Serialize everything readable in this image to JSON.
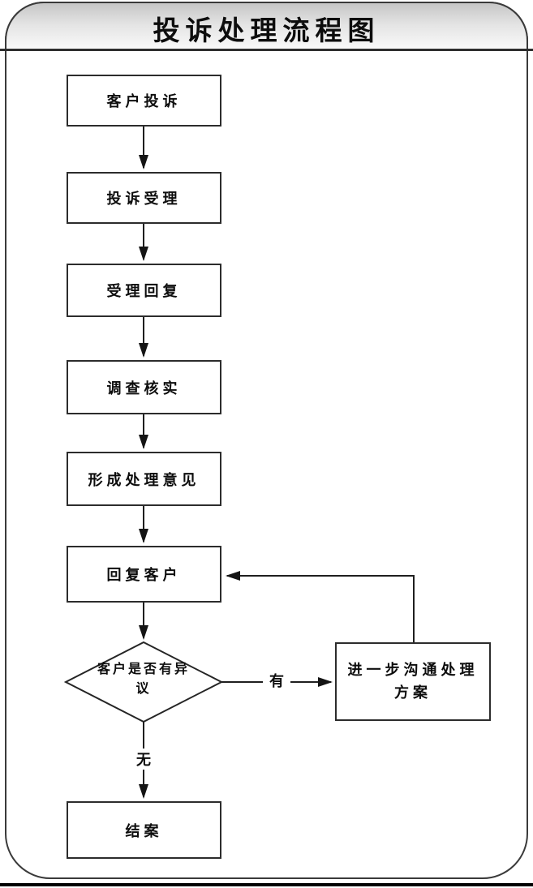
{
  "frame": {
    "title": "投诉处理流程图"
  },
  "nodes": {
    "customer_complaint": "客户投诉",
    "complaint_acceptance": "投诉受理",
    "acceptance_reply": "受理回复",
    "investigation": "调查核实",
    "form_opinion": "形成处理意见",
    "reply_customer": "回复客户",
    "decision": "客户是否有异议",
    "further_communication": "进一步沟通处理方案",
    "close_case": "结案"
  },
  "edge_labels": {
    "yes": "有",
    "no": "无"
  },
  "edges": [
    {
      "from": "customer_complaint",
      "to": "complaint_acceptance",
      "label": ""
    },
    {
      "from": "complaint_acceptance",
      "to": "acceptance_reply",
      "label": ""
    },
    {
      "from": "acceptance_reply",
      "to": "investigation",
      "label": ""
    },
    {
      "from": "investigation",
      "to": "form_opinion",
      "label": ""
    },
    {
      "from": "form_opinion",
      "to": "reply_customer",
      "label": ""
    },
    {
      "from": "reply_customer",
      "to": "decision",
      "label": ""
    },
    {
      "from": "decision",
      "to": "further_communication",
      "label": "有"
    },
    {
      "from": "decision",
      "to": "close_case",
      "label": "无"
    },
    {
      "from": "further_communication",
      "to": "reply_customer",
      "label": ""
    }
  ],
  "colors": {
    "line": "#1f1f1f",
    "box_border": "#2c2c2c",
    "banner_gradient_top": "#c6c6c6",
    "banner_gradient_bottom": "#fbfbfb",
    "background": "#ffffff"
  }
}
